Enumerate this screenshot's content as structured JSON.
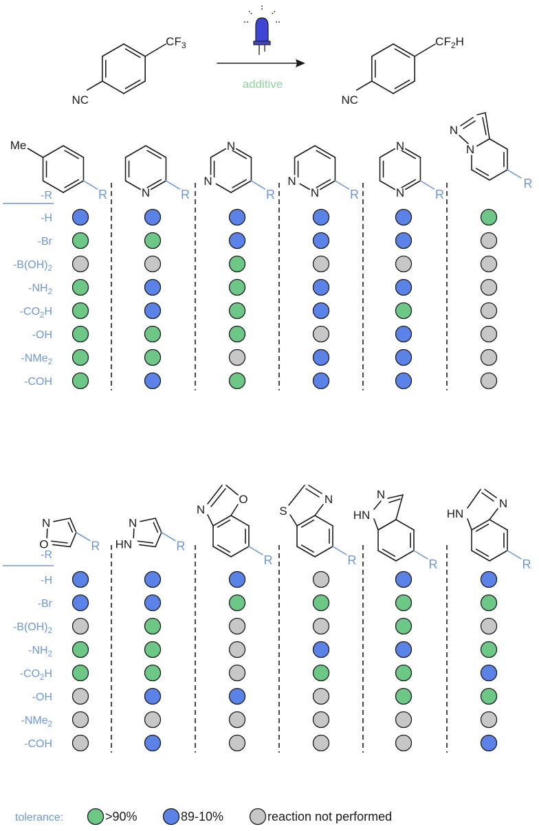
{
  "colors": {
    "green": "#6dc787",
    "blue": "#5b82e6",
    "gray": "#c7c7c7",
    "label_blue": "#6c97d6",
    "additive_green": "#8fd3a3",
    "bond": "#1a1a1a"
  },
  "reaction": {
    "reactant_group": "CF3",
    "reactant_nc": "NC",
    "product_group": "CF2H",
    "product_nc": "NC",
    "arrow_label": "additive",
    "icon": "blue-led-icon"
  },
  "substituent_header": "-R",
  "row_labels": [
    "-H",
    "-Br",
    "-B(OH)2",
    "-NH2",
    "-CO2H",
    "-OH",
    "-NMe2",
    "-COH"
  ],
  "structure_text": {
    "me": "Me",
    "r": "R",
    "n": "N",
    "o": "O",
    "s": "S",
    "hn": "HN",
    "h": "H"
  },
  "panel_top": {
    "scaffolds": [
      "4-methylphenyl",
      "pyridin-2-yl",
      "pyrimidin-5-yl",
      "pyridazin-3-yl",
      "pyrazin-2-yl",
      "pyrazolo[1,5-a]pyridin-5-yl"
    ],
    "grid": [
      [
        "blue",
        "blue",
        "blue",
        "blue",
        "blue",
        "green"
      ],
      [
        "green",
        "green",
        "blue",
        "blue",
        "blue",
        "gray"
      ],
      [
        "gray",
        "gray",
        "green",
        "gray",
        "gray",
        "gray"
      ],
      [
        "green",
        "blue",
        "green",
        "blue",
        "blue",
        "gray"
      ],
      [
        "green",
        "blue",
        "green",
        "blue",
        "green",
        "gray"
      ],
      [
        "green",
        "green",
        "green",
        "gray",
        "blue",
        "gray"
      ],
      [
        "green",
        "green",
        "gray",
        "blue",
        "blue",
        "gray"
      ],
      [
        "green",
        "blue",
        "green",
        "blue",
        "blue",
        "gray"
      ]
    ]
  },
  "panel_bottom": {
    "scaffolds": [
      "isoxazol-4-yl",
      "pyrazol-4-yl",
      "benzoxazol-6-yl",
      "benzothiazol-6-yl",
      "indazol-6-yl",
      "benzimidazol-6-yl"
    ],
    "grid": [
      [
        "blue",
        "blue",
        "blue",
        "gray",
        "blue",
        "blue"
      ],
      [
        "blue",
        "blue",
        "green",
        "green",
        "green",
        "green"
      ],
      [
        "gray",
        "green",
        "gray",
        "gray",
        "green",
        "gray"
      ],
      [
        "green",
        "green",
        "gray",
        "blue",
        "blue",
        "green"
      ],
      [
        "green",
        "green",
        "gray",
        "green",
        "green",
        "blue"
      ],
      [
        "gray",
        "blue",
        "blue",
        "gray",
        "green",
        "green"
      ],
      [
        "gray",
        "gray",
        "gray",
        "gray",
        "gray",
        "gray"
      ],
      [
        "gray",
        "blue",
        "gray",
        "gray",
        "gray",
        "blue"
      ]
    ]
  },
  "legend": {
    "title": "tolerance:",
    "items": [
      {
        "color": "green",
        "label": ">90%"
      },
      {
        "color": "blue",
        "label": "89-10%"
      },
      {
        "color": "gray",
        "label": "reaction not performed"
      }
    ]
  }
}
